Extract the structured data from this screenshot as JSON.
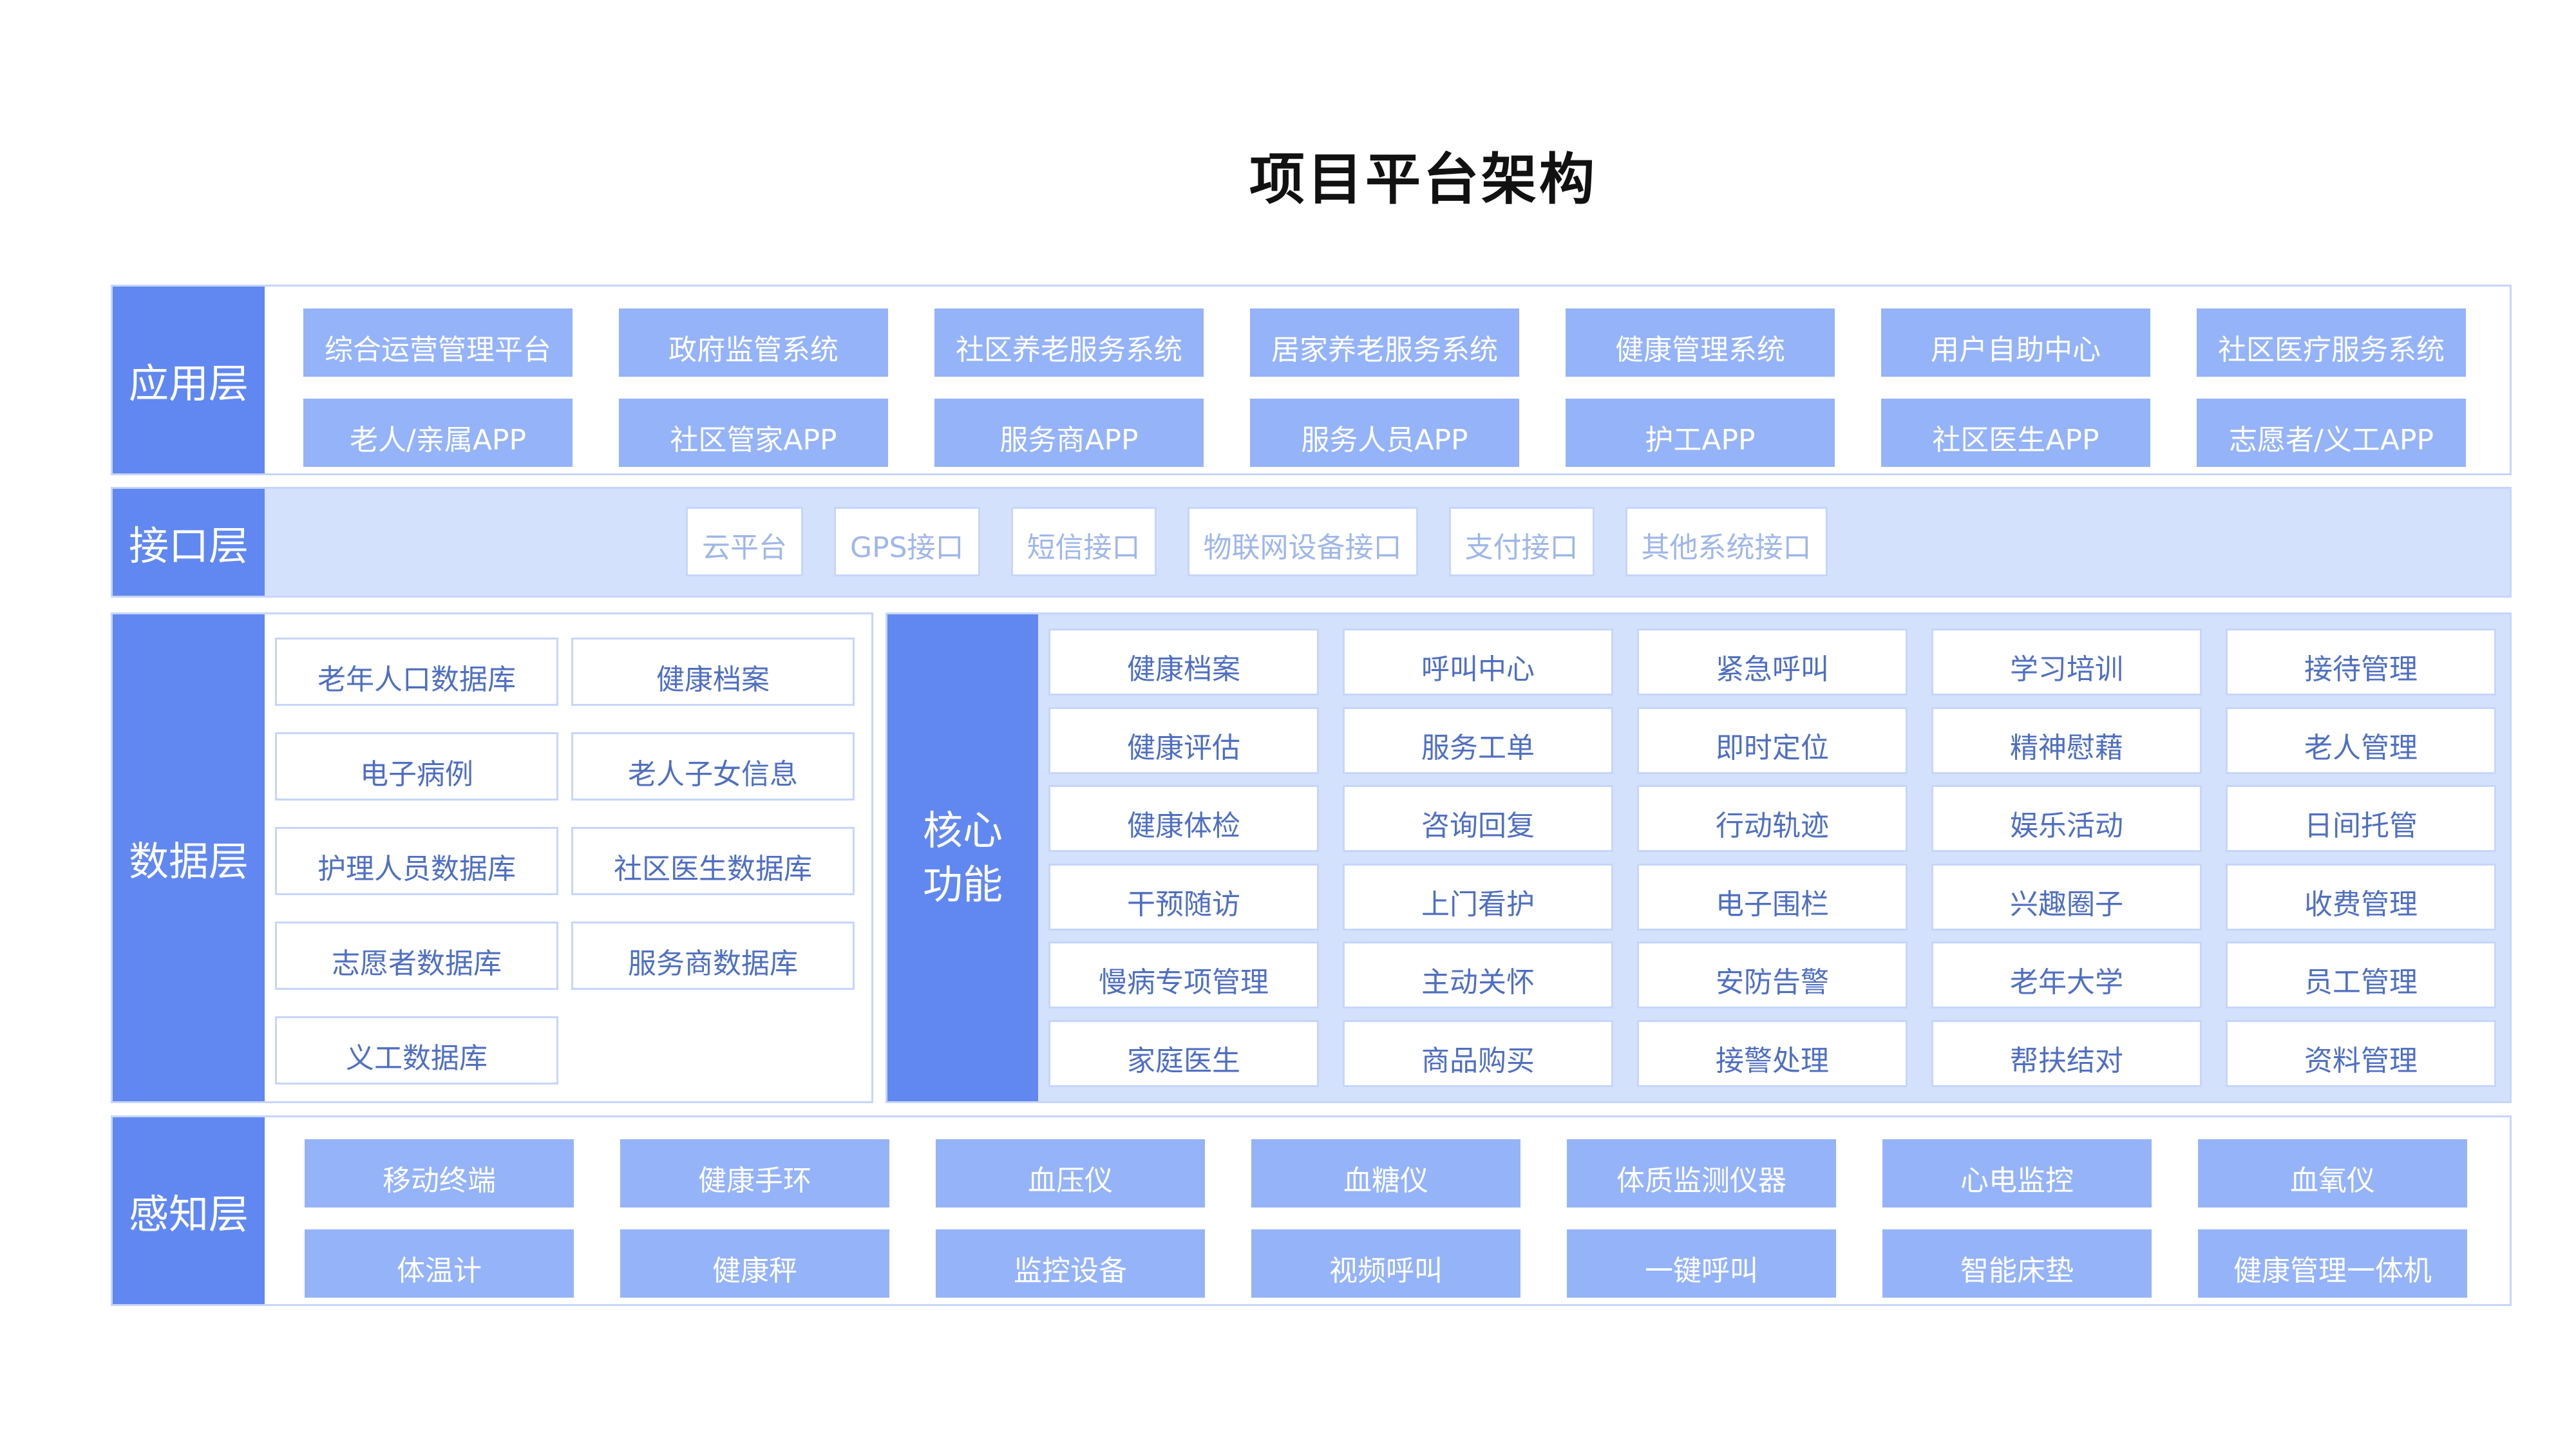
{
  "title": "项目平台架构",
  "colors": {
    "label_bg": "#6188f0",
    "chip_bg": "#95b3f8",
    "band_bg": "#d4e1fd",
    "border": "#c6d5fb",
    "chip_text": "#4f6fc0"
  },
  "app_layer": {
    "label": "应用层",
    "row1": [
      "综合运营管理平台",
      "政府监管系统",
      "社区养老服务系统",
      "居家养老服务系统",
      "健康管理系统",
      "用户自助中心",
      "社区医疗服务系统"
    ],
    "row2": [
      "老人/亲属APP",
      "社区管家APP",
      "服务商APP",
      "服务人员APP",
      "护工APP",
      "社区医生APP",
      "志愿者/义工APP"
    ]
  },
  "interface_layer": {
    "label": "接口层",
    "items": [
      "云平台",
      "GPS接口",
      "短信接口",
      "物联网设备接口",
      "支付接口",
      "其他系统接口"
    ]
  },
  "data_layer": {
    "label": "数据层",
    "databases": [
      "老年人口数据库",
      "健康档案",
      "电子病例",
      "老人子女信息",
      "护理人员数据库",
      "社区医生数据库",
      "志愿者数据库",
      "服务商数据库",
      "义工数据库"
    ]
  },
  "core_functions": {
    "label_line1": "核心",
    "label_line2": "功能",
    "columns": [
      [
        "健康档案",
        "健康评估",
        "健康体检",
        "干预随访",
        "慢病专项管理",
        "家庭医生"
      ],
      [
        "呼叫中心",
        "服务工单",
        "咨询回复",
        "上门看护",
        "主动关怀",
        "商品购买"
      ],
      [
        "紧急呼叫",
        "即时定位",
        "行动轨迹",
        "电子围栏",
        "安防告警",
        "接警处理"
      ],
      [
        "学习培训",
        "精神慰藉",
        "娱乐活动",
        "兴趣圈子",
        "老年大学",
        "帮扶结对"
      ],
      [
        "接待管理",
        "老人管理",
        "日间托管",
        "收费管理",
        "员工管理",
        "资料管理"
      ]
    ]
  },
  "sensing_layer": {
    "label": "感知层",
    "row1": [
      "移动终端",
      "健康手环",
      "血压仪",
      "血糖仪",
      "体质监测仪器",
      "心电监控",
      "血氧仪"
    ],
    "row2": [
      "体温计",
      "健康秤",
      "监控设备",
      "视频呼叫",
      "一键呼叫",
      "智能床垫",
      "健康管理一体机"
    ]
  }
}
